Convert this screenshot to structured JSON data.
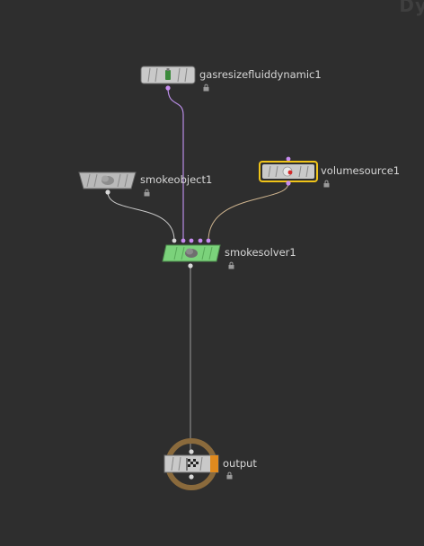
{
  "network": {
    "context_watermark": "Dy",
    "colors": {
      "background": "#2e2e2e",
      "node_body": "#c9c9c9",
      "solver_body": "#7bd27b",
      "selected_outline": "#f0c419",
      "output_ring": "#8a6a3c",
      "output_flag": "#e08a1e",
      "wire_purple": "#b98de6",
      "wire_tan": "#cdb38e",
      "wire_grey": "#9a9a9a",
      "label": "#d6d6d6"
    },
    "nodes": [
      {
        "id": "gasresize",
        "label": "gasresizefluiddynamic1",
        "icon": "gas-resize-icon"
      },
      {
        "id": "smokeobject",
        "label": "smokeobject1",
        "icon": "cloud-icon"
      },
      {
        "id": "volumesource",
        "label": "volumesource1",
        "icon": "volume-source-icon",
        "selected": true
      },
      {
        "id": "smokesolver",
        "label": "smokesolver1",
        "icon": "cloud-icon"
      },
      {
        "id": "output",
        "label": "output",
        "icon": "checkered-flag-icon",
        "display_flag": true
      }
    ]
  }
}
